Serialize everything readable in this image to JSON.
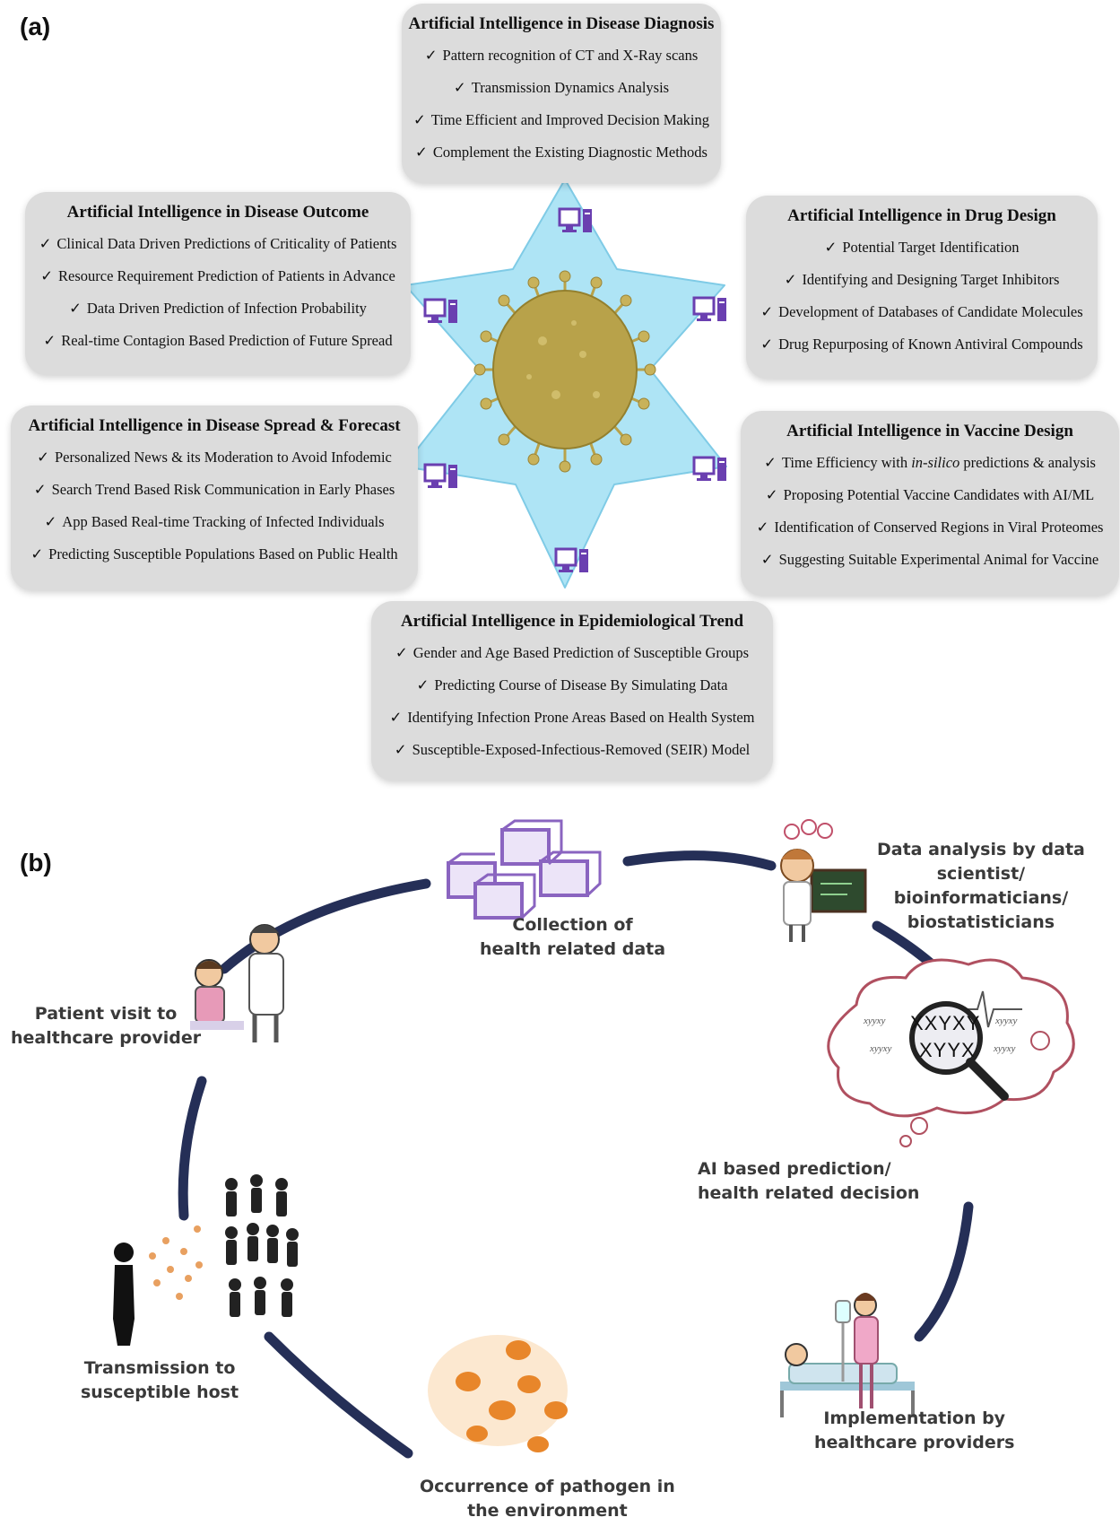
{
  "panel_a": {
    "label": "(a)",
    "boxes": {
      "diagnosis": {
        "title": "Artificial Intelligence in Disease Diagnosis",
        "items": [
          "Pattern recognition of CT and X-Ray scans",
          "Transmission Dynamics Analysis",
          "Time Efficient and Improved Decision Making",
          "Complement the Existing Diagnostic Methods"
        ]
      },
      "outcome": {
        "title": "Artificial Intelligence in Disease Outcome",
        "items": [
          "Clinical Data Driven Predictions of Criticality of Patients",
          "Resource Requirement Prediction of Patients in Advance",
          "Data Driven Prediction of Infection Probability",
          "Real-time Contagion Based Prediction of Future Spread"
        ]
      },
      "drug": {
        "title": "Artificial Intelligence in Drug Design",
        "items": [
          "Potential Target Identification",
          "Identifying and Designing Target Inhibitors",
          "Development of Databases of Candidate Molecules",
          "Drug Repurposing of Known Antiviral Compounds"
        ]
      },
      "spread": {
        "title": "Artificial Intelligence in Disease Spread & Forecast",
        "items": [
          "Personalized News & its Moderation to Avoid Infodemic",
          "Search Trend Based Risk Communication in Early Phases",
          "App Based Real-time Tracking of Infected Individuals",
          "Predicting Susceptible Populations Based on Public Health"
        ]
      },
      "vaccine": {
        "title": "Artificial Intelligence in Vaccine Design",
        "item1_pre": "Time Efficiency with ",
        "item1_em": "in-silico",
        "item1_post": " predictions & analysis",
        "items": [
          "Proposing Potential Vaccine Candidates with AI/ML",
          "Identification of Conserved Regions in Viral Proteomes",
          "Suggesting Suitable Experimental Animal for Vaccine"
        ]
      },
      "epidemiology": {
        "title": "Artificial Intelligence in Epidemiological Trend",
        "items": [
          "Gender and Age Based Prediction of Susceptible Groups",
          "Predicting Course of Disease By Simulating Data",
          "Identifying Infection Prone Areas Based on Health System",
          "Susceptible-Exposed-Infectious-Removed (SEIR) Model"
        ]
      }
    },
    "check_mark": "✓",
    "icons": [
      "computer-icon",
      "virus-icon"
    ],
    "colors": {
      "box": "#dcdcdc",
      "star": "#aee4f5",
      "virus": "#b8a24a",
      "computer": "#6a3fb0"
    }
  },
  "panel_b": {
    "label": "(b)",
    "steps": {
      "collection_1": "Collection of",
      "collection_2": "health related data",
      "analysis_1": "Data analysis by data",
      "analysis_2": "scientist/",
      "analysis_3": "bioinformaticians/",
      "analysis_4": "biostatisticians",
      "prediction_1": "AI based prediction/",
      "prediction_2": "health related decision",
      "implementation_1": "Implementation by",
      "implementation_2": "healthcare providers",
      "pathogen_1": "Occurrence of pathogen in",
      "pathogen_2": "the environment",
      "transmission_1": "Transmission to",
      "transmission_2": "susceptible host",
      "visit_1": "Patient visit to",
      "visit_2": "healthcare provider"
    },
    "cloud_text": {
      "big1": "XXYXY",
      "big2": "XYYX",
      "small": "xyyxy"
    },
    "colors": {
      "arc": "#252f57",
      "pathogen": "#e8862a",
      "cloud": "#b05060",
      "data_box": "#8a64c0"
    }
  }
}
